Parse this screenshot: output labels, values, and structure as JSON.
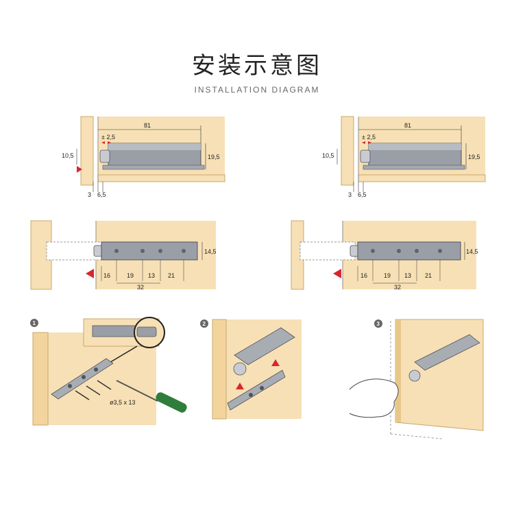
{
  "header": {
    "title": "安装示意图",
    "subtitle": "INSTALLATION DIAGRAM"
  },
  "diagram_top_left": {
    "length": "81",
    "tolerance": "± 2,5",
    "left_height": "10,5",
    "right_height": "19,5",
    "bottom_a": "3",
    "bottom_b": "6,5"
  },
  "diagram_top_right": {
    "length": "81",
    "tolerance": "± 2,5",
    "left_height": "10,5",
    "right_height": "19,5",
    "bottom_a": "3",
    "bottom_b": "6,5"
  },
  "diagram_mid_left": {
    "height": "14,5",
    "dim_a": "16",
    "dim_b": "19",
    "dim_c": "13",
    "dim_d": "21",
    "dim_total": "32"
  },
  "diagram_mid_right": {
    "height": "14,5",
    "dim_a": "16",
    "dim_b": "19",
    "dim_c": "13",
    "dim_d": "21",
    "dim_total": "32"
  },
  "steps": {
    "step1": "1",
    "step2": "2",
    "step3": "3",
    "screw_label": "ø3,5 x 13"
  },
  "colors": {
    "wood": "#f7e0b5",
    "wood_edge": "#c9a86b",
    "device": "#8e929a",
    "device_dark": "#5f636b",
    "arrow_red": "#d9262c",
    "screwdriver_green": "#2f7d3a"
  }
}
